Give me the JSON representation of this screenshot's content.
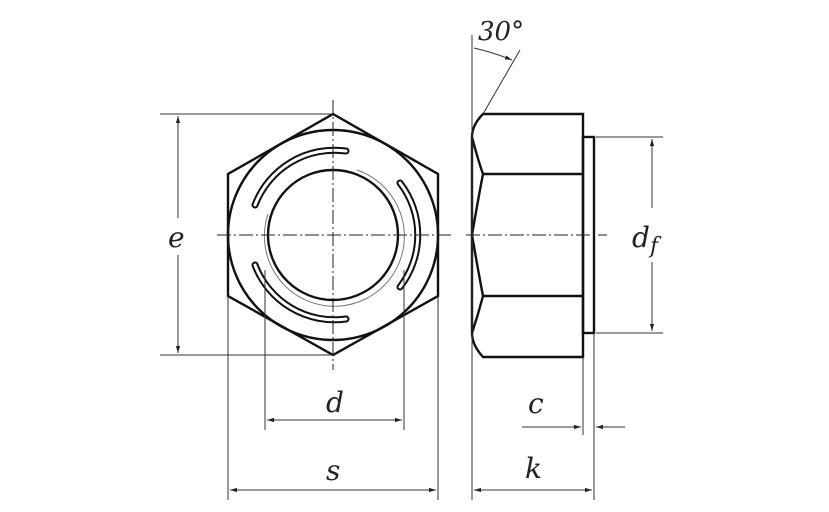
{
  "drawing": {
    "labels": {
      "e": "e",
      "d": "d",
      "s": "s",
      "c": "c",
      "k": "k",
      "df_main": "d",
      "df_sub": "f",
      "angle": "30°"
    }
  }
}
